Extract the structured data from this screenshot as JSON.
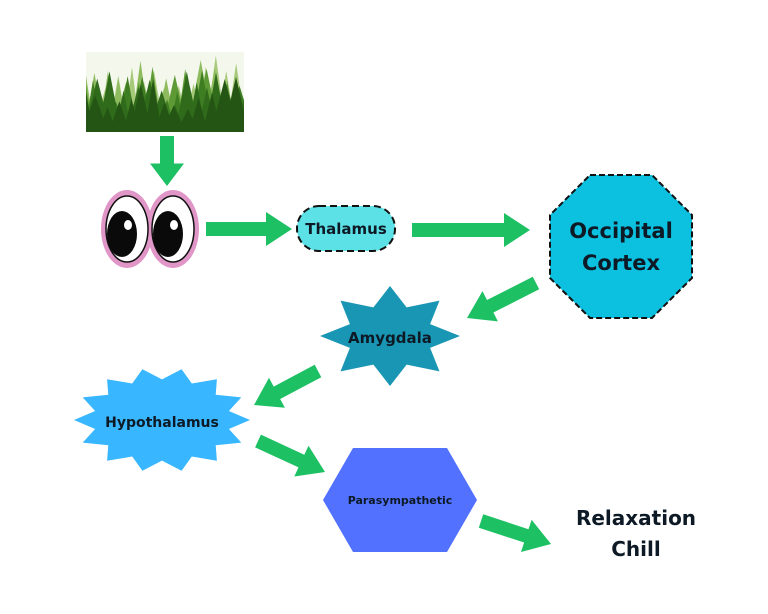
{
  "diagram": {
    "title": "",
    "colors": {
      "arrow": "#1ec064",
      "thalamus": "#5ce1e6",
      "occipital": "#0cc0df",
      "amygdala": "#1996b4",
      "hypothalamus": "#38b6ff",
      "parasympathetic": "#5271ff",
      "eye_ring": "#e196c8",
      "forest_dark": "#2f6b1a",
      "forest_light": "#a7c97a"
    },
    "nodes": [
      {
        "id": "forest",
        "label": "",
        "icon": "forest-image"
      },
      {
        "id": "eyes",
        "label": "",
        "icon": "eyes-icon"
      },
      {
        "id": "thalamus",
        "label": "Thalamus",
        "shape": "dashed-pill"
      },
      {
        "id": "occipital",
        "label_line1": "Occipital",
        "label_line2": "Cortex",
        "shape": "dashed-octagon"
      },
      {
        "id": "amygdala",
        "label": "Amygdala",
        "shape": "8-point-star"
      },
      {
        "id": "hypothalamus",
        "label": "Hypothalamus",
        "shape": "burst"
      },
      {
        "id": "parasympathetic",
        "label": "Parasympathetic",
        "shape": "hexagon"
      },
      {
        "id": "outcome",
        "label_line1": "Relaxation",
        "label_line2": "Chill",
        "shape": "text"
      }
    ],
    "edges": [
      {
        "from": "forest",
        "to": "eyes"
      },
      {
        "from": "eyes",
        "to": "thalamus"
      },
      {
        "from": "thalamus",
        "to": "occipital"
      },
      {
        "from": "occipital",
        "to": "amygdala"
      },
      {
        "from": "amygdala",
        "to": "hypothalamus"
      },
      {
        "from": "hypothalamus",
        "to": "parasympathetic"
      },
      {
        "from": "parasympathetic",
        "to": "outcome"
      }
    ]
  }
}
